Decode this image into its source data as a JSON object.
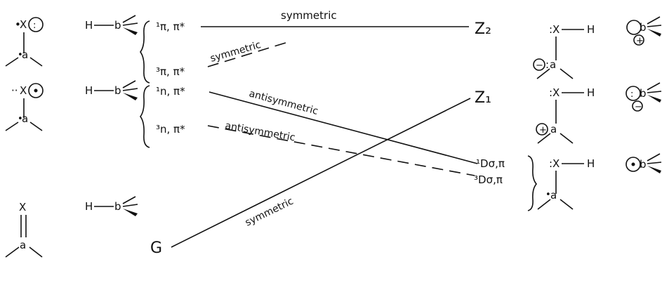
{
  "atoms": {
    "x": "X",
    "a": "a",
    "b": "b",
    "h": "H"
  },
  "states": {
    "pi1": "¹π, π*",
    "pi3": "³π, π*",
    "n1": "¹n, π*",
    "n3": "³n, π*",
    "d1": "¹Dσ,π",
    "d3": "³Dσ,π",
    "z2": "Z₂",
    "z1": "Z₁",
    "g": "G"
  },
  "correlations": {
    "top": "symmetric",
    "pi3": "symmetric",
    "n1": "antisymmetric",
    "n3": "antisymmetric",
    "g": "symmetric"
  },
  "dots": {
    "colon": ":",
    "dots2": "··"
  },
  "charges": {
    "plus": "+",
    "minus": "−"
  }
}
